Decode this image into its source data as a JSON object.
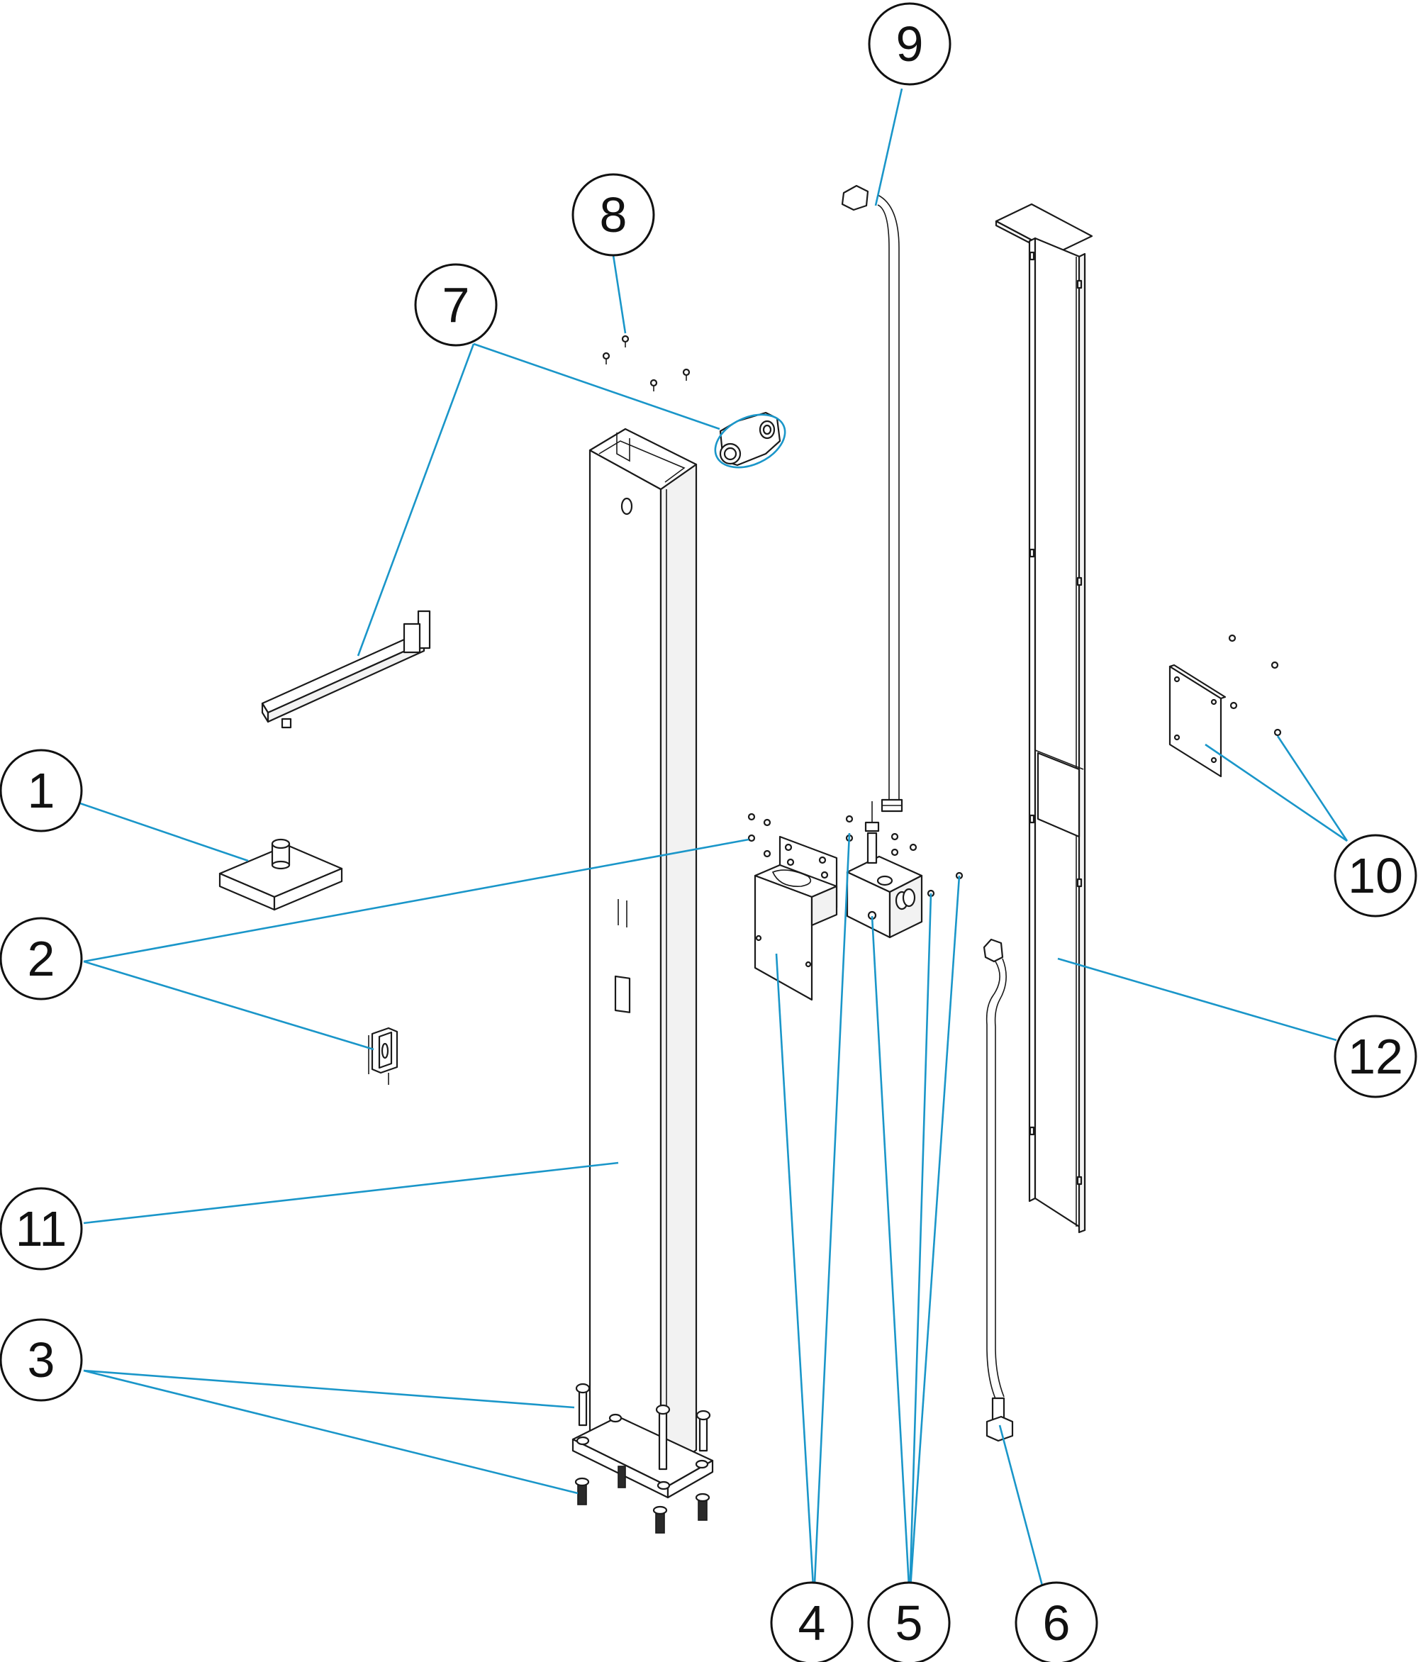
{
  "callouts": [
    {
      "label": "1",
      "part": "shower-head"
    },
    {
      "label": "2",
      "part": "push-button"
    },
    {
      "label": "3",
      "part": "anchor-bolts"
    },
    {
      "label": "4",
      "part": "mounting-bracket"
    },
    {
      "label": "5",
      "part": "valve-block"
    },
    {
      "label": "6",
      "part": "flexible-hose"
    },
    {
      "label": "7",
      "part": "shower-arm"
    },
    {
      "label": "8",
      "part": "top-screws"
    },
    {
      "label": "9",
      "part": "riser-pipe"
    },
    {
      "label": "10",
      "part": "access-plate"
    },
    {
      "label": "11",
      "part": "main-column"
    },
    {
      "label": "12",
      "part": "back-cover"
    }
  ],
  "colors": {
    "leader": "#1a96c9",
    "outline": "#1a1a1a",
    "background": "#ffffff"
  }
}
